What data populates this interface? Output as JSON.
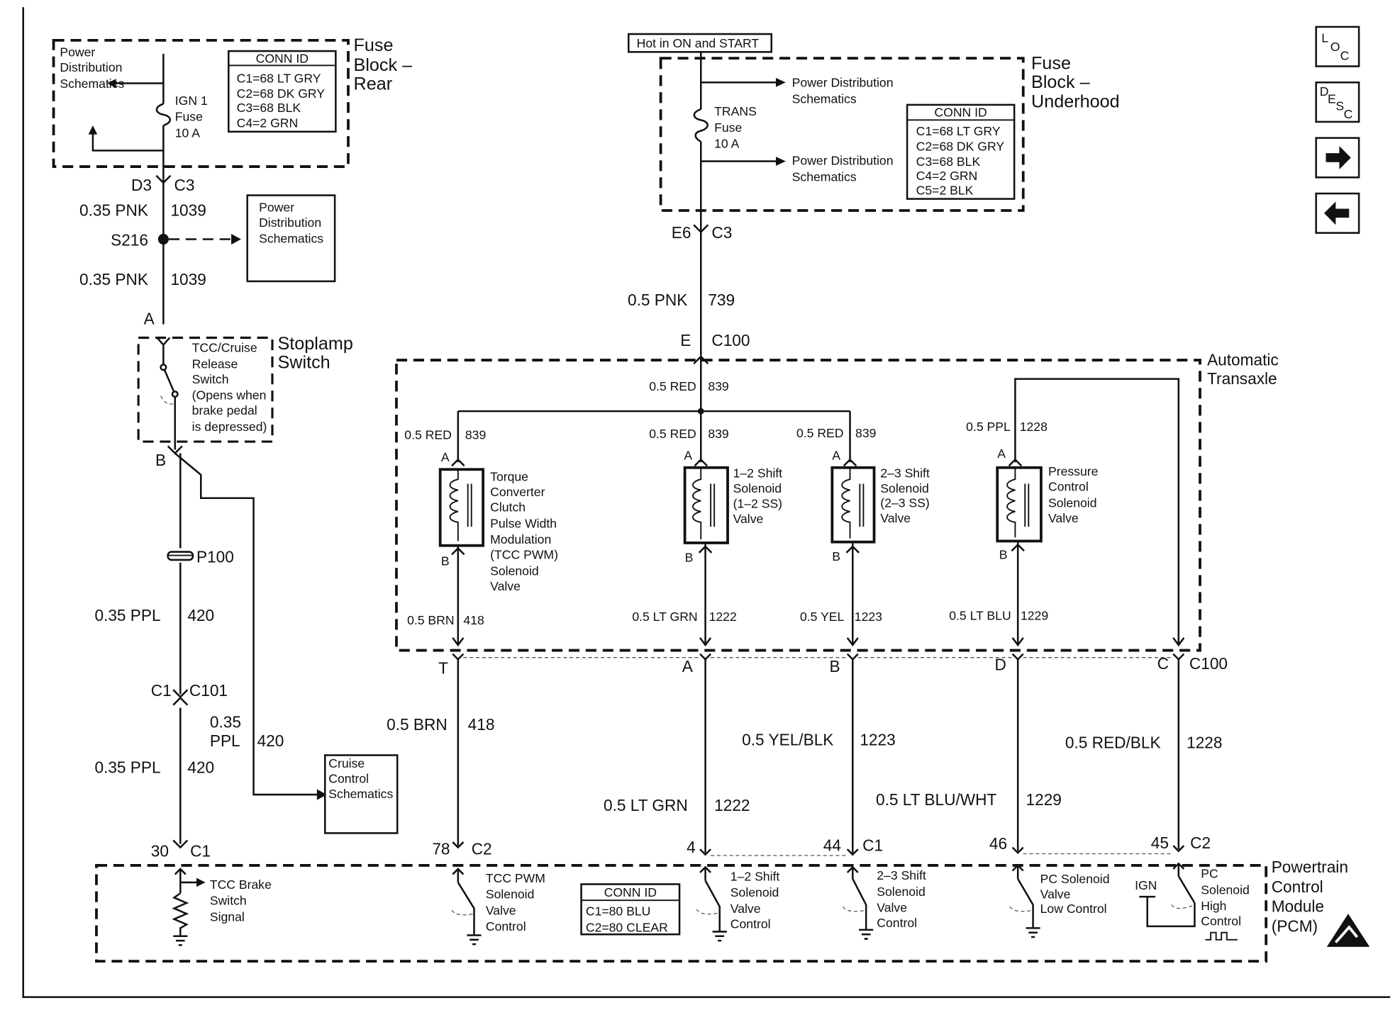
{
  "fuse_block_rear": {
    "title_line1": "Fuse",
    "title_line2": "Block –",
    "title_line3": "Rear",
    "pds_line1": "Power",
    "pds_line2": "Distribution",
    "pds_line3": "Schematics",
    "fuse_line1": "IGN 1",
    "fuse_line2": "Fuse",
    "fuse_line3": "10 A",
    "conn_title": "CONN ID",
    "conn_rows": [
      "C1=68 LT GRY",
      "C2=68 DK GRY",
      "C3=68 BLK",
      "C4=2 GRN"
    ]
  },
  "left_circuit": {
    "d3": "D3",
    "c3": "C3",
    "wire1_color": "0.35 PNK",
    "wire1_num": "1039",
    "splice": "S216",
    "pds_line1": "Power",
    "pds_line2": "Distribution",
    "pds_line3": "Schematics",
    "wire2_color": "0.35 PNK",
    "wire2_num": "1039",
    "pin_a": "A",
    "sw_line1": "TCC/Cruise",
    "sw_line2": "Release",
    "sw_line3": "Switch",
    "sw_line4": "(Opens when",
    "sw_line5": "brake pedal",
    "sw_line6": "is depressed)",
    "stoplamp_line1": "Stoplamp",
    "stoplamp_line2": "Switch",
    "pin_b": "B",
    "p100": "P100",
    "wire3_color": "0.35  PPL",
    "wire3_num": "420",
    "c1": "C1",
    "c101": "C101",
    "wire4_color_line1": "0.35",
    "wire4_color_line2": "PPL",
    "wire4_num": "420",
    "wire5_color": "0.35  PPL",
    "wire5_num": "420",
    "cruise_line1": "Cruise",
    "cruise_line2": "Control",
    "cruise_line3": "Schematics",
    "pin30": "30",
    "pin30_conn": "C1"
  },
  "fuse_block_underhood": {
    "hot_label": "Hot in ON and START",
    "title_line1": "Fuse",
    "title_line2": "Block –",
    "title_line3": "Underhood",
    "pds_line1": "Power Distribution",
    "pds_line2": "Schematics",
    "fuse_line1": "TRANS",
    "fuse_line2": "Fuse",
    "fuse_line3": "10 A",
    "conn_title": "CONN ID",
    "conn_rows": [
      "C1=68 LT GRY",
      "C2=68 DK GRY",
      "C3=68 BLK",
      "C4=2 GRN",
      "C5=2 BLK"
    ]
  },
  "center_feed": {
    "e6": "E6",
    "c3": "C3",
    "wire_color": "0.5 PNK",
    "wire_num": "739",
    "e": "E",
    "c100": "C100"
  },
  "transaxle": {
    "title_line1": "Automatic",
    "title_line2": "Transaxle",
    "top_wire_color": "0.5 RED",
    "top_wire_num": "839",
    "tcc_in_color": "0.5 RED",
    "tcc_in_num": "839",
    "ss12_in_color": "0.5 RED",
    "ss12_in_num": "839",
    "ss23_in_color": "0.5 RED",
    "ss23_in_num": "839",
    "pc_in_color": "0.5 PPL",
    "pc_in_num": "1228",
    "pin_a": "A",
    "pin_b": "B",
    "tcc_label": [
      "Torque",
      "Converter",
      "Clutch",
      "Pulse Width",
      "Modulation",
      "(TCC PWM)",
      "Solenoid",
      "Valve"
    ],
    "ss12_label": [
      "1–2 Shift",
      "Solenoid",
      "(1–2 SS)",
      "Valve"
    ],
    "ss23_label": [
      "2–3 Shift",
      "Solenoid",
      "(2–3 SS)",
      "Valve"
    ],
    "pc_label": [
      "Pressure",
      "Control",
      "Solenoid",
      "Valve"
    ],
    "tcc_out_color": "0.5 BRN",
    "tcc_out_num": "418",
    "ss12_out_color": "0.5 LT GRN",
    "ss12_out_num": "1222",
    "ss23_out_color": "0.5 YEL",
    "ss23_out_num": "1223",
    "pc_out_color": "0.5 LT BLU",
    "pc_out_num": "1229"
  },
  "c100_pins": {
    "t": "T",
    "a": "A",
    "b": "B",
    "d": "D",
    "c": "C",
    "conn": "C100"
  },
  "pcm_wires": {
    "w418_color": "0.5 BRN",
    "w418_num": "418",
    "w1222_color": "0.5 LT GRN",
    "w1222_num": "1222",
    "w1223_color": "0.5 YEL/BLK",
    "w1223_num": "1223",
    "w1229_color": "0.5 LT BLU/WHT",
    "w1229_num": "1229",
    "w1228_color": "0.5 RED/BLK",
    "w1228_num": "1228",
    "pin78": "78",
    "pin78_conn": "C2",
    "pin4": "4",
    "pin44": "44",
    "pin44_conn": "C1",
    "pin46": "46",
    "pin45": "45",
    "pin45_conn": "C2"
  },
  "pcm": {
    "title_line1": "Powertrain",
    "title_line2": "Control",
    "title_line3": "Module",
    "title_line4": "(PCM)",
    "brake_label": [
      "TCC Brake",
      "Switch",
      "Signal"
    ],
    "tcc_pwm_label": [
      "TCC PWM",
      "Solenoid",
      "Valve",
      "Control"
    ],
    "conn_title": "CONN ID",
    "conn_rows": [
      "C1=80 BLU",
      "C2=80 CLEAR"
    ],
    "ss12_label": [
      "1–2 Shift",
      "Solenoid",
      "Valve",
      "Control"
    ],
    "ss23_label": [
      "2–3 Shift",
      "Solenoid",
      "Valve",
      "Control"
    ],
    "pc_low_label": [
      "PC Solenoid",
      "Valve",
      "Low Control"
    ],
    "ign": "IGN",
    "pc_high_label": [
      "PC",
      "Solenoid",
      "High",
      "Control"
    ]
  },
  "nav": {
    "loc_l": "L",
    "loc_o": "O",
    "loc_c": "C",
    "desc_d": "D",
    "desc_e": "E",
    "desc_s": "S",
    "desc_c": "C"
  }
}
